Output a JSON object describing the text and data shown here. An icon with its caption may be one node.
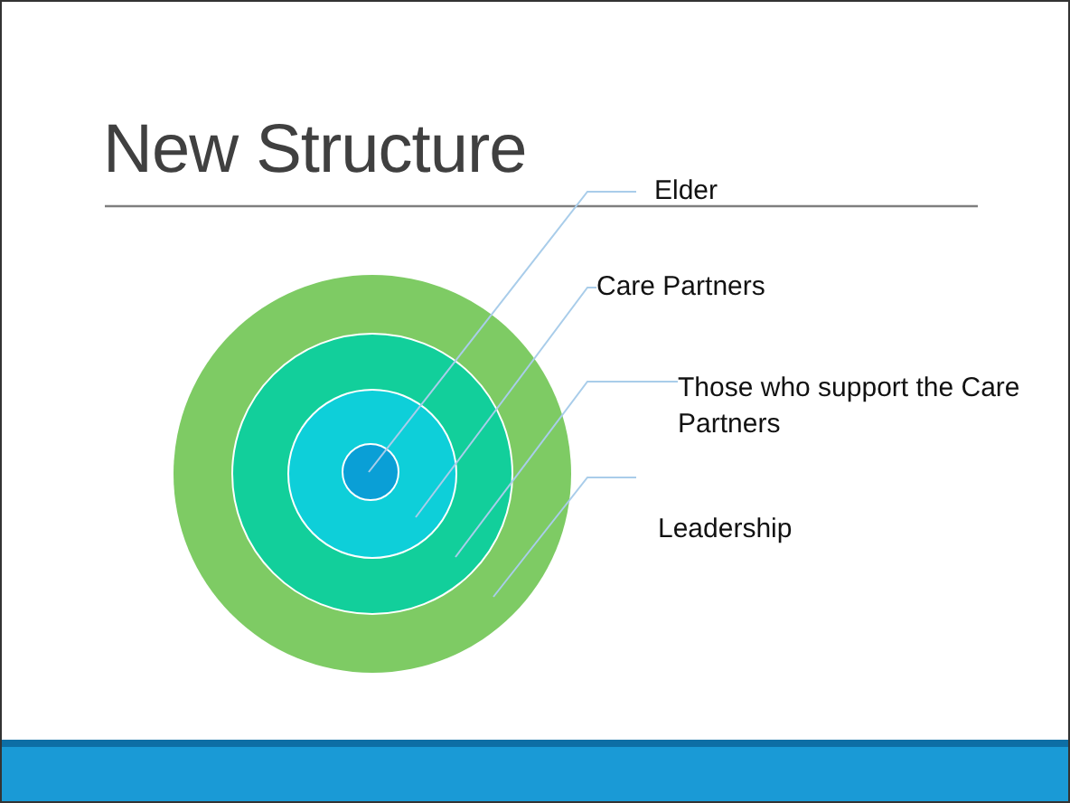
{
  "diagram": {
    "title": "New Structure",
    "nodes": [
      {
        "text": [
          "Elder"
        ]
      },
      {
        "text": [
          "Care Partners"
        ]
      },
      {
        "text": [
          "Those who support the Care Partners"
        ]
      },
      {
        "text": [
          "Leadership"
        ]
      },
      {
        "text": [],
        "shape": "circle"
      },
      {
        "text": [],
        "shape": "circle",
        "in": 4
      },
      {
        "text": [],
        "shape": "circle",
        "in": 5
      },
      {
        "text": [],
        "shape": "circle",
        "in": 6
      }
    ],
    "edges": [
      {
        "from": 0,
        "to": 7,
        "arrow": "none"
      },
      {
        "from": 1,
        "to": 6,
        "arrow": "none"
      },
      {
        "from": 2,
        "to": 5,
        "arrow": "none"
      },
      {
        "from": 3,
        "to": 4,
        "arrow": "none"
      }
    ]
  }
}
